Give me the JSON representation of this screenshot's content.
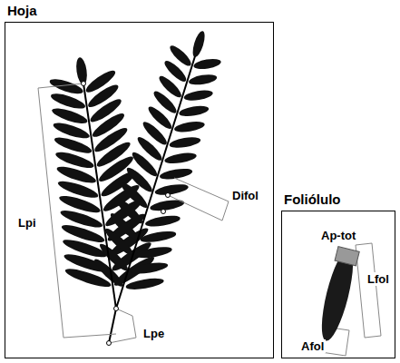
{
  "diagram": {
    "nodes": [
      {
        "text": [
          "Hoja"
        ]
      },
      {
        "text": [
          "Foliólulo"
        ]
      }
    ],
    "labels": [
      "Lpi",
      "Difol",
      "Lpe",
      "Ap-tot",
      "Lfol",
      "Afol"
    ]
  }
}
